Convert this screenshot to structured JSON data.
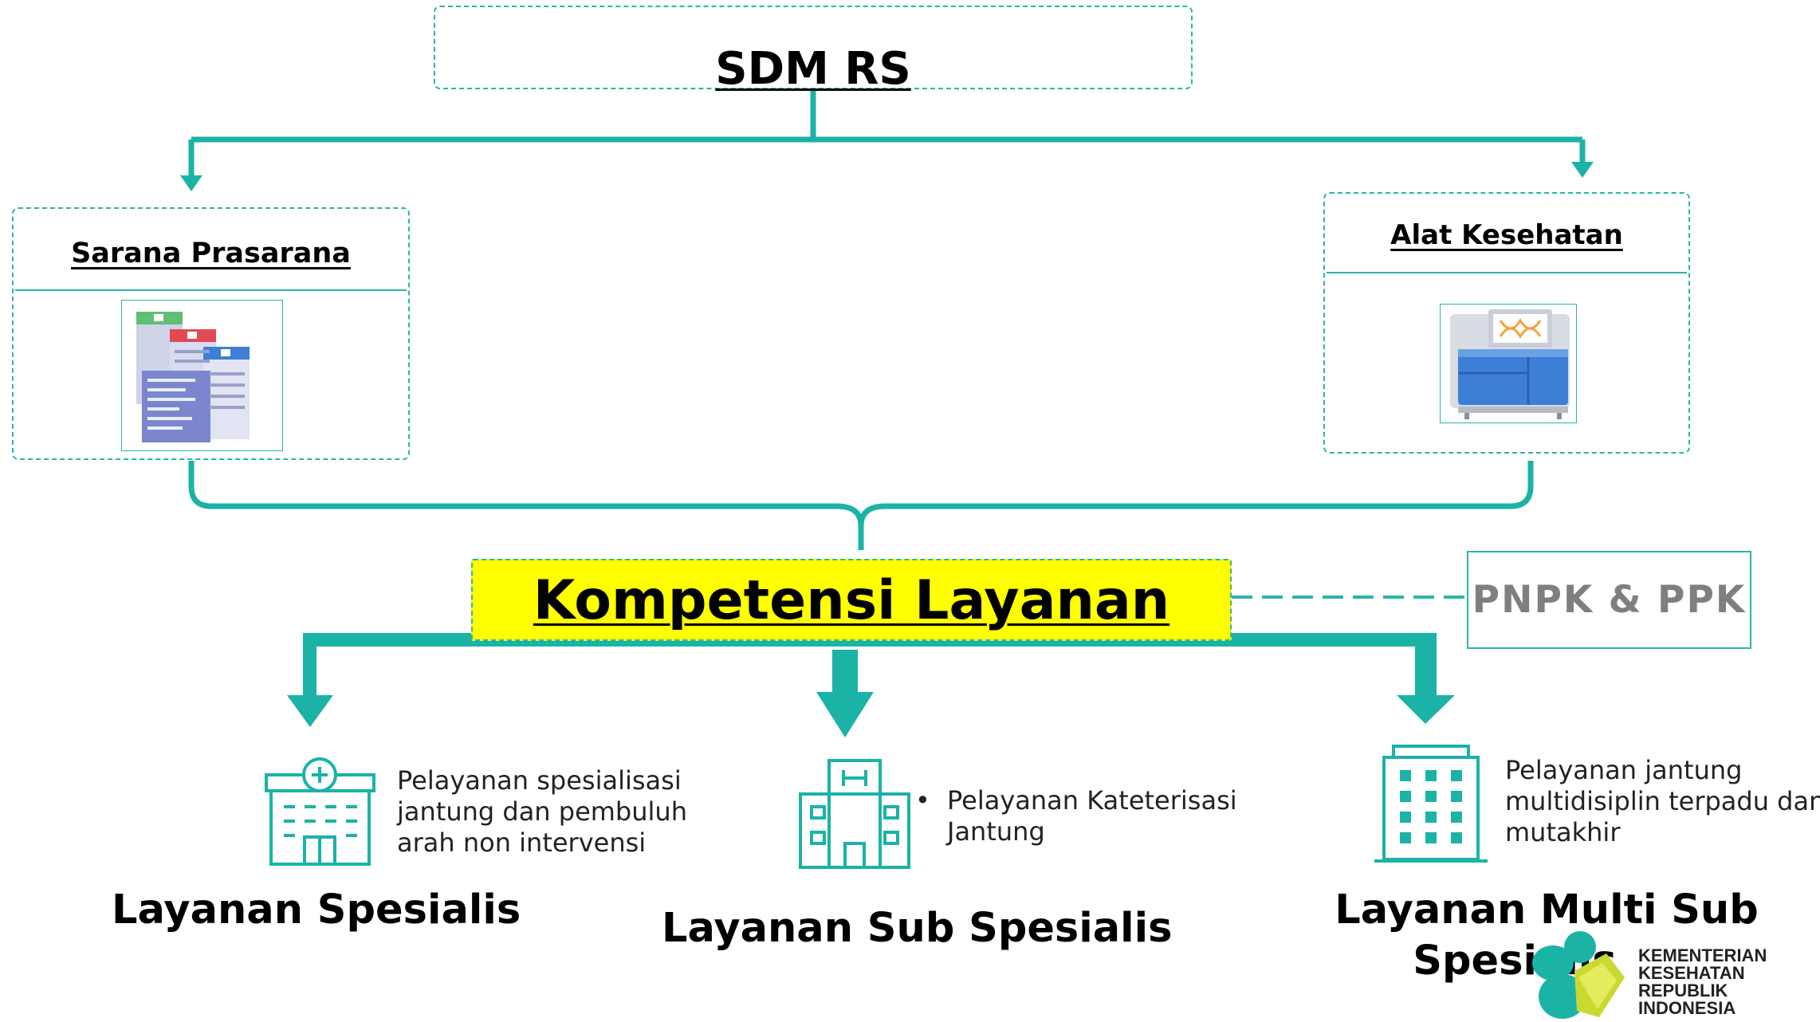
{
  "top": {
    "title": "SDM RS"
  },
  "left_box": {
    "title": "Sarana Prasarana",
    "icon": "server-rack-icon"
  },
  "right_box": {
    "title": "Alat Kesehatan",
    "icon": "medical-machine-icon"
  },
  "center": {
    "title": "Kompetensi Layanan",
    "side_label": "PNPK & PPK"
  },
  "services": [
    {
      "title": "Layanan Spesialis",
      "desc": [
        "Pelayanan spesialisasi",
        "jantung dan pembuluh",
        "arah non intervensi"
      ],
      "icon": "hospital-icon"
    },
    {
      "title": "Layanan Sub Spesialis",
      "desc": [
        "Pelayanan Kateterisasi",
        "Jantung"
      ],
      "bullet": "•",
      "icon": "clinic-h-icon"
    },
    {
      "title_line1": "Layanan Multi Sub",
      "title_line2": "Spesialis",
      "desc": [
        "Pelayanan jantung",
        "multidisiplin terpadu dan",
        "mutakhir"
      ],
      "icon": "tower-building-icon"
    }
  ],
  "logo": {
    "lines": [
      "KEMENTERIAN",
      "KESEHATAN",
      "REPUBLIK",
      "INDONESIA"
    ]
  },
  "colors": {
    "teal": "#1ab3a6",
    "highlight": "#ffff00",
    "gray_text": "#7f7f7f"
  }
}
